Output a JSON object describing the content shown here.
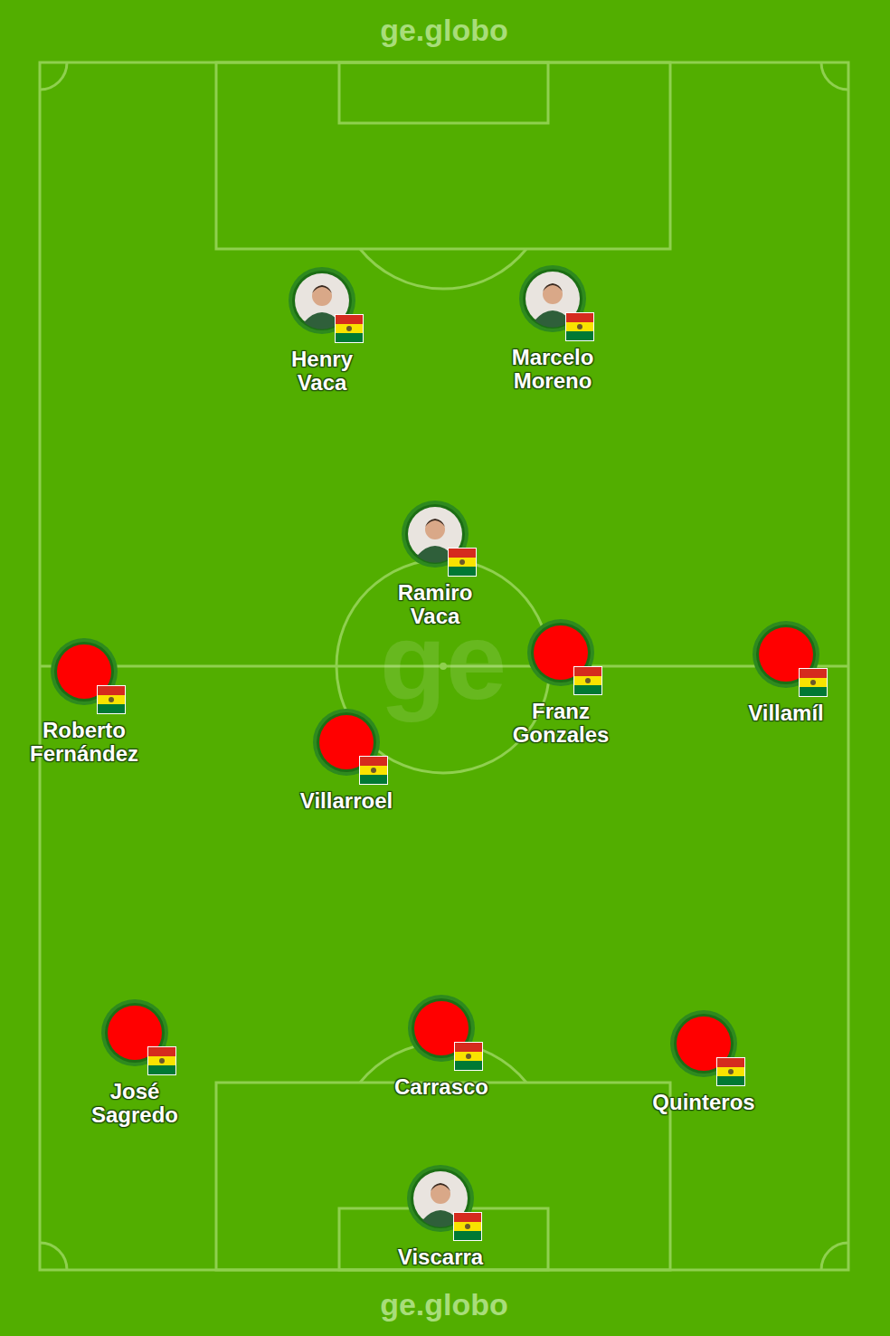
{
  "diagram": {
    "nodes": [
      {
        "text": [
          "Henry Vaca"
        ]
      },
      {
        "text": [
          "Marcelo Moreno"
        ]
      },
      {
        "text": [
          "Ramiro Vaca"
        ]
      },
      {
        "text": [
          "Roberto Fernández"
        ]
      },
      {
        "text": [
          "Franz Gonzales"
        ]
      },
      {
        "text": [
          "Villamíl"
        ]
      },
      {
        "text": [
          "Villarroel"
        ]
      },
      {
        "text": [
          "José Sagredo"
        ]
      },
      {
        "text": [
          "Carrasco"
        ]
      },
      {
        "text": [
          "Quinteros"
        ]
      },
      {
        "text": [
          "Viscarra"
        ]
      }
    ],
    "labels": [
      "ge.globo",
      "ge.globo",
      "ge"
    ]
  }
}
